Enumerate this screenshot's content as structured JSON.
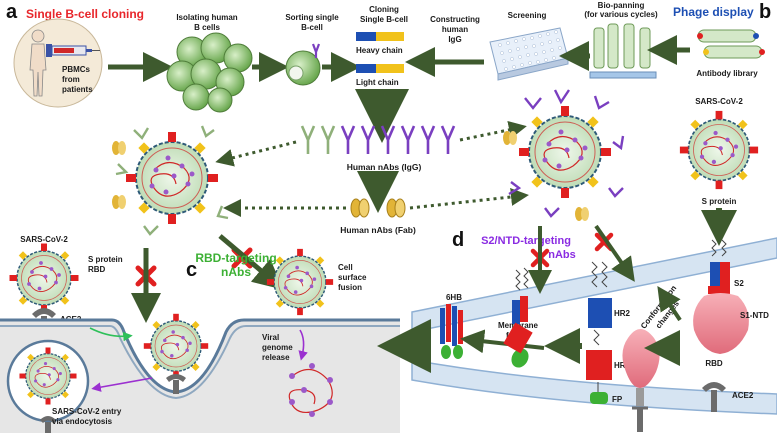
{
  "panels": {
    "a": "a",
    "b": "b",
    "c": "c",
    "d": "d"
  },
  "titles": {
    "single_bcell_cloning": "Single B-cell cloning",
    "phage_display": "Phage display",
    "rbd_targeting": [
      "RBD-targeting",
      "nAbs"
    ],
    "s2_ntd_targeting": [
      "S2/NTD-targeting",
      "nAbs"
    ]
  },
  "labels": {
    "pbmcs": [
      "PBMCs",
      "from",
      "patients"
    ],
    "isolating": [
      "Isolating human",
      "B cells"
    ],
    "sorting": [
      "Sorting single",
      "B-cell"
    ],
    "cloning": [
      "Cloning",
      "Single B-cell"
    ],
    "heavy_chain": "Heavy chain",
    "light_chain": "Light chain",
    "constructing": [
      "Constructing",
      "human",
      "IgG"
    ],
    "screening": "Screening",
    "biopanning": [
      "Bio-panning",
      "(for various cycles)"
    ],
    "antibody_library": "Antibody library",
    "human_nabs_igg": "Human nAbs (IgG)",
    "human_nabs_fab": "Human nAbs (Fab)",
    "sars_cov2_right": "SARS-CoV-2",
    "s_protein_right": "S protein",
    "sars_cov2_left": "SARS-CoV-2",
    "s_protein_rbd": [
      "S protein",
      "RBD"
    ],
    "ace2_left": "ACE2",
    "ace2_right": "ACE2",
    "cell_surface_fusion": [
      "Cell",
      "surface",
      "fusion"
    ],
    "viral_genome_release": [
      "Viral",
      "genome",
      "release"
    ],
    "endocytosis": [
      "SARS-CoV-2 entry",
      "via endocytosis"
    ],
    "sixhb": "6HB",
    "membrane_fusion": [
      "Membrane",
      "fusion"
    ],
    "hr2": "HR2",
    "hr1": "HR1",
    "fp": "FP",
    "conformation": [
      "Conformation",
      "changes"
    ],
    "s2": "S2",
    "s1_ntd": "S1-NTD",
    "rbd": "RBD"
  },
  "colors": {
    "arrow_green": "#3e5a2e",
    "red": "#e8262b",
    "blue": "#1d4fb3",
    "virus_fill": "#d7ead0",
    "membrane": "#b9cfe6",
    "cell_interior": "#e6e6e6",
    "spike_red": "#e02020",
    "spike_yellow": "#f1c21b",
    "igg_purple": "#7a3fc0",
    "igg_green": "#8fb07a"
  }
}
